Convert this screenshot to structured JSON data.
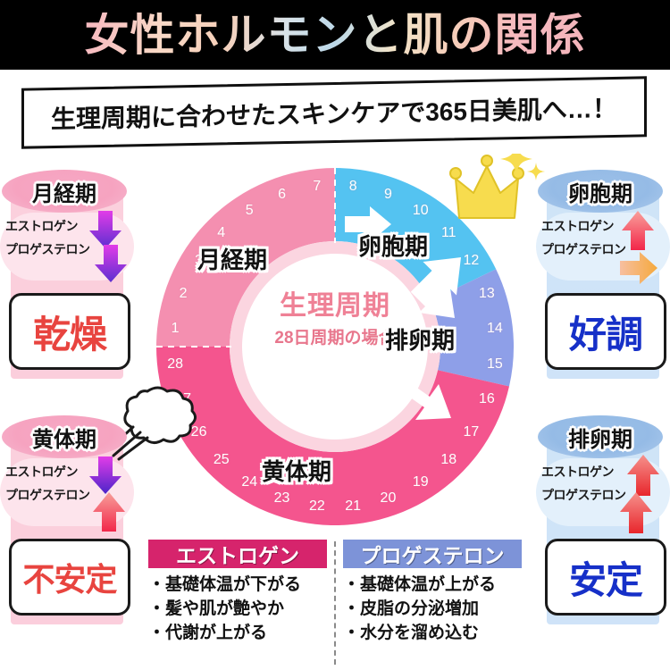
{
  "header": {
    "title": "女性ホルモンと肌の関係"
  },
  "subtitle": {
    "text": "生理周期に合わせたスキンケアで365日美肌へ…！"
  },
  "donut": {
    "center_title": "生理周期",
    "center_subtitle": "28日周期の場合",
    "labels": {
      "menstrual": "月経期",
      "follicular": "卵胞期",
      "ovulation": "排卵期",
      "luteal": "黄体期"
    },
    "days": [
      "1",
      "2",
      "3",
      "4",
      "5",
      "6",
      "7",
      "8",
      "9",
      "10",
      "11",
      "12",
      "13",
      "14",
      "15",
      "16",
      "17",
      "18",
      "19",
      "20",
      "21",
      "22",
      "23",
      "24",
      "25",
      "26",
      "27",
      "28"
    ],
    "colors": {
      "menstrual": "#f48fb0",
      "follicular": "#54c3f1",
      "ovulation": "#8e9fe8",
      "luteal": "#f4558e",
      "inner_ring": "#fbd5e0",
      "center": "#ffffff"
    }
  },
  "panels": [
    {
      "id": "menstrual",
      "phase": "月経期",
      "hormones": [
        "エストロゲン",
        "プロゲステロン"
      ],
      "arrows": [
        "down",
        "down"
      ],
      "result": "乾燥",
      "theme": "pink",
      "result_color": "#e8443f"
    },
    {
      "id": "follicular",
      "phase": "卵胞期",
      "hormones": [
        "エストロゲン",
        "プロゲステロン"
      ],
      "arrows": [
        "up",
        "right"
      ],
      "result": "好調",
      "theme": "blue",
      "result_color": "#1630c8"
    },
    {
      "id": "luteal",
      "phase": "黄体期",
      "hormones": [
        "エストロゲン",
        "プロゲステロン"
      ],
      "arrows": [
        "down",
        "up"
      ],
      "result": "不安定",
      "theme": "pink",
      "result_color": "#e8443f"
    },
    {
      "id": "ovulation",
      "phase": "排卵期",
      "hormones": [
        "エストロゲン",
        "プロゲステロン"
      ],
      "arrows": [
        "up",
        "up"
      ],
      "result": "安定",
      "theme": "blue",
      "result_color": "#1630c8"
    }
  ],
  "bottom": {
    "estrogen": {
      "title": "エストロゲン",
      "title_bg": "#d6246c",
      "items": [
        "基礎体温が下がる",
        "髪や肌が艶やか",
        "代謝が上がる"
      ]
    },
    "progesterone": {
      "title": "プロゲステロン",
      "title_bg": "#7d93d8",
      "items": [
        "基礎体温が上がる",
        "皮脂の分泌増加",
        "水分を溜め込む"
      ]
    }
  },
  "decorations": {
    "crown": "crown-icon",
    "sparkle": "sparkle-icon",
    "puff": "puff-cloud-icon"
  }
}
